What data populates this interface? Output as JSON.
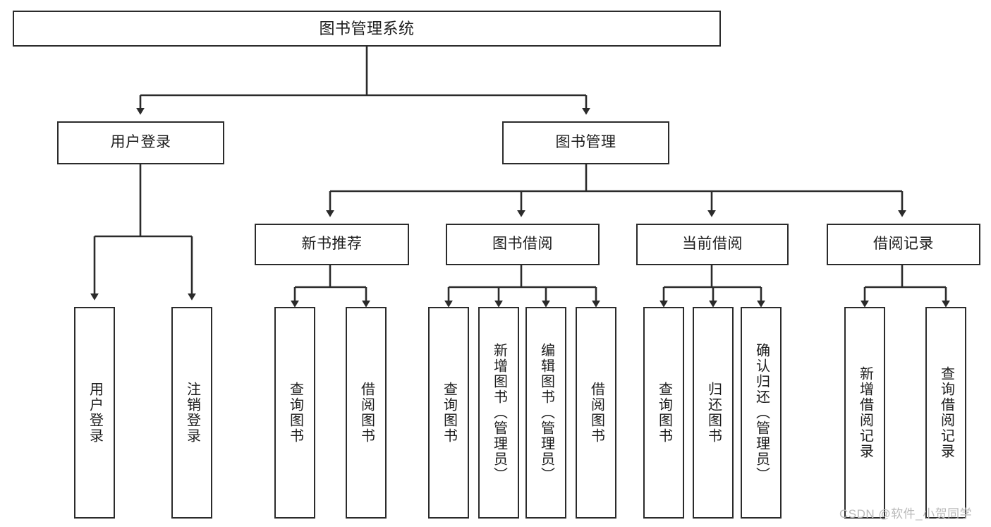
{
  "diagram": {
    "type": "tree",
    "title": "图书管理系统",
    "orientation": "top-down",
    "colors": {
      "background": "#ffffff",
      "node_border": "#2b2b2b",
      "node_fill": "#ffffff",
      "edge": "#2b2b2b",
      "text": "#1d1d1d",
      "watermark": "#b9b9b9"
    }
  },
  "nodes": {
    "root": {
      "label": "图书管理系统",
      "level": 1
    },
    "level2": [
      {
        "id": "user-login",
        "label": "用户登录"
      },
      {
        "id": "book-manage",
        "label": "图书管理"
      }
    ],
    "level3": [
      {
        "id": "new-book-recommend",
        "label": "新书推荐"
      },
      {
        "id": "book-borrow",
        "label": "图书借阅"
      },
      {
        "id": "current-borrow",
        "label": "当前借阅"
      },
      {
        "id": "borrow-record",
        "label": "借阅记录"
      }
    ],
    "leaves": {
      "user-login": [
        {
          "id": "leaf-user-login",
          "label": "用户登录"
        },
        {
          "id": "leaf-logout",
          "label": "注销登录"
        }
      ],
      "new-book-recommend": [
        {
          "id": "leaf-query-book-1",
          "label": "查询图书"
        },
        {
          "id": "leaf-borrow-book-1",
          "label": "借阅图书"
        }
      ],
      "book-borrow": [
        {
          "id": "leaf-query-book-2",
          "label": "查询图书"
        },
        {
          "id": "leaf-add-book",
          "label": "新增图书（管理员）"
        },
        {
          "id": "leaf-edit-book",
          "label": "编辑图书（管理员）"
        },
        {
          "id": "leaf-borrow-book-2",
          "label": "借阅图书"
        }
      ],
      "current-borrow": [
        {
          "id": "leaf-query-book-3",
          "label": "查询图书"
        },
        {
          "id": "leaf-return-book",
          "label": "归还图书"
        },
        {
          "id": "leaf-confirm-return",
          "label": "确认归还（管理员）"
        }
      ],
      "borrow-record": [
        {
          "id": "leaf-add-record",
          "label": "新增借阅记录"
        },
        {
          "id": "leaf-query-record",
          "label": "查询借阅记录"
        }
      ]
    }
  },
  "watermark": {
    "text": "CSDN @软件_小贺同学"
  }
}
